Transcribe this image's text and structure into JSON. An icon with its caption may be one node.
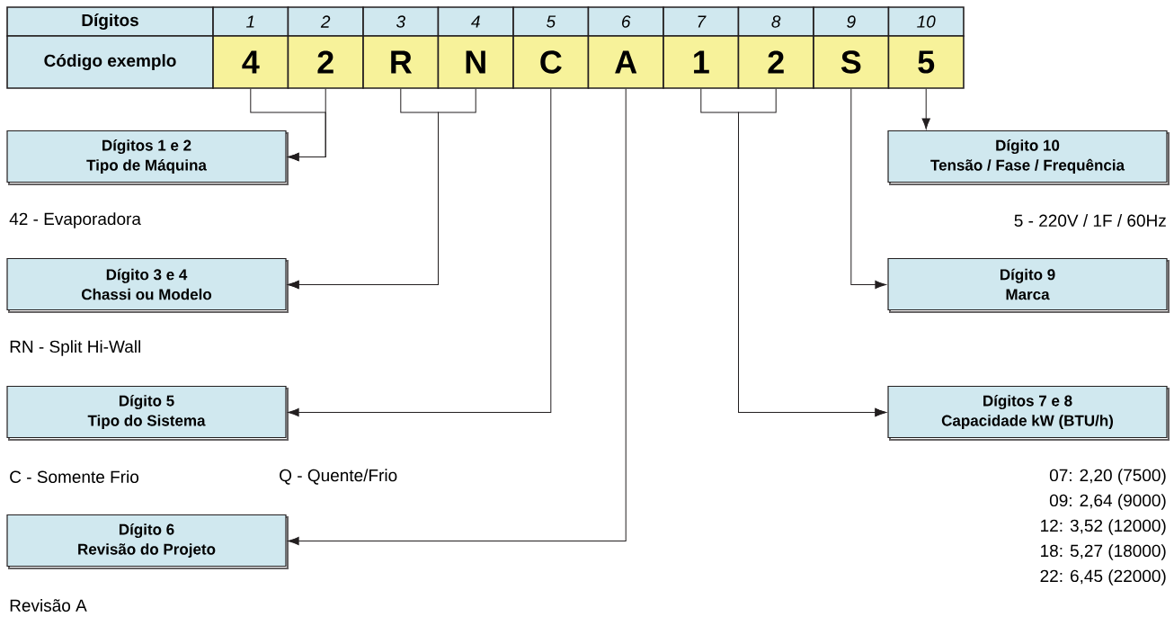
{
  "diagram": {
    "nodes": [
      {
        "text": [
          "4"
        ]
      },
      {
        "text": [
          "2"
        ]
      },
      {
        "text": [
          "R"
        ]
      },
      {
        "text": [
          "N"
        ]
      },
      {
        "text": [
          "C"
        ]
      },
      {
        "text": [
          "A"
        ]
      },
      {
        "text": [
          "1"
        ]
      },
      {
        "text": [
          "2"
        ]
      },
      {
        "text": [
          "S"
        ]
      },
      {
        "text": [
          "5"
        ]
      },
      {
        "text": [
          "Dígitos 1 e 2",
          "Tipo de Máquina"
        ]
      },
      {
        "text": [
          "Dígito 3 e 4",
          "Chassi ou Modelo"
        ]
      },
      {
        "text": [
          "Dígito 5",
          "Tipo do Sistema"
        ]
      },
      {
        "text": [
          "Dígito 6",
          "Revisão do Projeto"
        ]
      },
      {
        "text": [
          "Dígito 10",
          "Tensão / Fase / Frequência"
        ]
      },
      {
        "text": [
          "Dígito 9",
          "Marca"
        ]
      },
      {
        "text": [
          "Dígitos 7 e 8",
          "Capacidade kW (BTU/h)"
        ]
      }
    ],
    "edges": [
      {
        "from": 0,
        "to": 10,
        "arrow": "to"
      },
      {
        "from": 1,
        "to": 10,
        "arrow": "to"
      },
      {
        "from": 2,
        "to": 11,
        "arrow": "to"
      },
      {
        "from": 3,
        "to": 11,
        "arrow": "to"
      },
      {
        "from": 4,
        "to": 12,
        "arrow": "to"
      },
      {
        "from": 5,
        "to": 13,
        "arrow": "to"
      },
      {
        "from": 6,
        "to": 16,
        "arrow": "to"
      },
      {
        "from": 7,
        "to": 16,
        "arrow": "to"
      },
      {
        "from": 8,
        "to": 15,
        "arrow": "to"
      },
      {
        "from": 9,
        "to": 14,
        "arrow": "to"
      }
    ],
    "labels": [
      "Dígitos",
      "1",
      "2",
      "3",
      "4",
      "5",
      "6",
      "7",
      "8",
      "9",
      "10",
      "Código exemplo",
      "42 - Evaporadora",
      "5 - 220V / 1F / 60Hz",
      "RN - Split Hi-Wall",
      "C - Somente Frio",
      "Q - Quente/Frio",
      "07: 2,20 (7500)",
      "09: 2,64 (9000)",
      "12: 3,52 (12000)",
      "18: 5,27 (18000)",
      "22: 6,45 (22000)",
      "Revisão A"
    ]
  }
}
